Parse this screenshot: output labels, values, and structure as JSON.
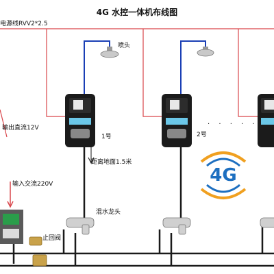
{
  "diagram": {
    "title": "4G 水控一体机布线图",
    "labels": {
      "power_cable": "电源线RVV2*2.5",
      "shower": "喷头",
      "unit_1": "1号",
      "unit_2": "2号",
      "dc_output": "输出直流12V",
      "height": "距离地面1.5米",
      "ac_input": "输入交流220V",
      "mixing_faucet": "混水龙头",
      "stop_valve": "止回阀",
      "ellipsis": "· · · · ·"
    },
    "logo_text": "4G",
    "colors": {
      "power_line": "#d9464b",
      "water_line": "#1a3fb5",
      "pipe": "#1a1a1a",
      "logo_blue": "#1d6fc0",
      "logo_orange": "#f0a020"
    },
    "icons": [
      "shower-head-icon",
      "controller-unit-icon",
      "faucet-icon",
      "valve-icon",
      "power-box-icon"
    ]
  }
}
